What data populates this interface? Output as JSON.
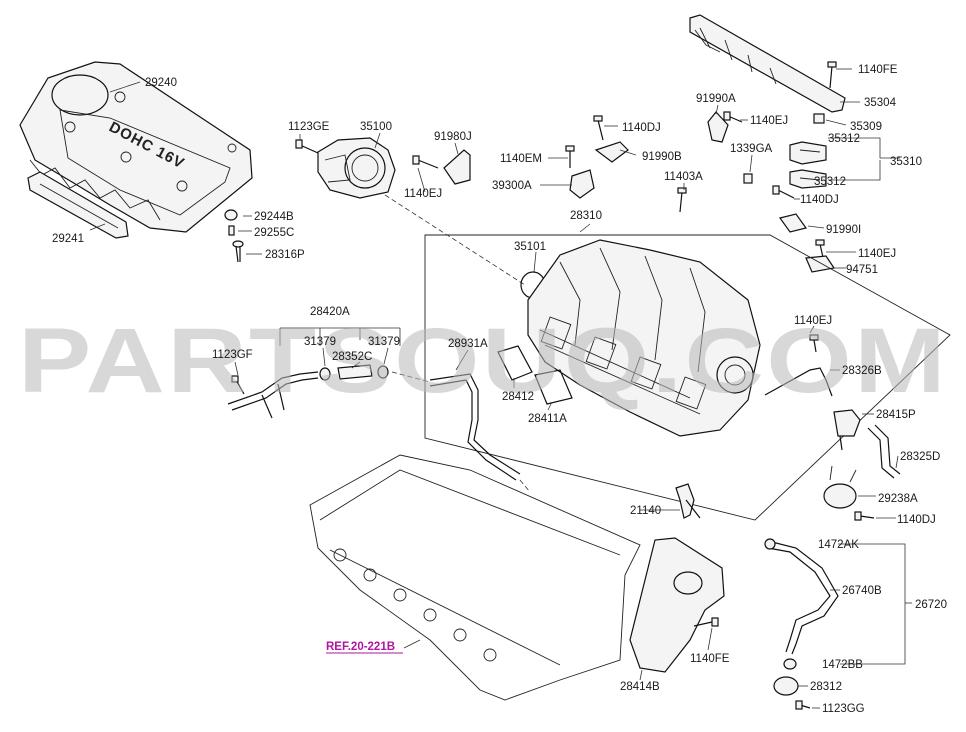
{
  "cover": {
    "engraving": "DOHC 16V"
  },
  "watermark": "PARTSOUQ.COM",
  "reference": {
    "label": "REF.20-221B",
    "color": "#b0169f"
  },
  "labels": {
    "p29240": "29240",
    "p29241": "29241",
    "p29244B": "29244B",
    "p29255C": "29255C",
    "p28316P": "28316P",
    "p1123GE": "1123GE",
    "p35100": "35100",
    "p91980J": "91980J",
    "p1140EJ_a": "1140EJ",
    "p1140EM": "1140EM",
    "p39300A": "39300A",
    "p1140DJ_a": "1140DJ",
    "p91990B": "91990B",
    "p91990A": "91990A",
    "p1140EJ_b": "1140EJ",
    "p1339GA": "1339GA",
    "p11403A": "11403A",
    "p28310": "28310",
    "p35101": "35101",
    "p1140FE_a": "1140FE",
    "p35304": "35304",
    "p35309": "35309",
    "p35312_a": "35312",
    "p35310": "35310",
    "p35312_b": "35312",
    "p1140DJ_b": "1140DJ",
    "p91990I": "91990I",
    "p1140EJ_c": "1140EJ",
    "p94751": "94751",
    "p1140EJ_d": "1140EJ",
    "p28326B": "28326B",
    "p28415P": "28415P",
    "p28325D": "28325D",
    "p29238A": "29238A",
    "p1140DJ_c": "1140DJ",
    "p28420A": "28420A",
    "p31379_a": "31379",
    "p31379_b": "31379",
    "p28352C": "28352C",
    "p1123GF": "1123GF",
    "p28931A": "28931A",
    "p28412": "28412",
    "p28411A": "28411A",
    "p21140": "21140",
    "p1472AK": "1472AK",
    "p26740B": "26740B",
    "p26720": "26720",
    "p1472BB": "1472BB",
    "p28312": "28312",
    "p1123GG": "1123GG",
    "p28414B": "28414B",
    "p1140FE_b": "1140FE"
  }
}
